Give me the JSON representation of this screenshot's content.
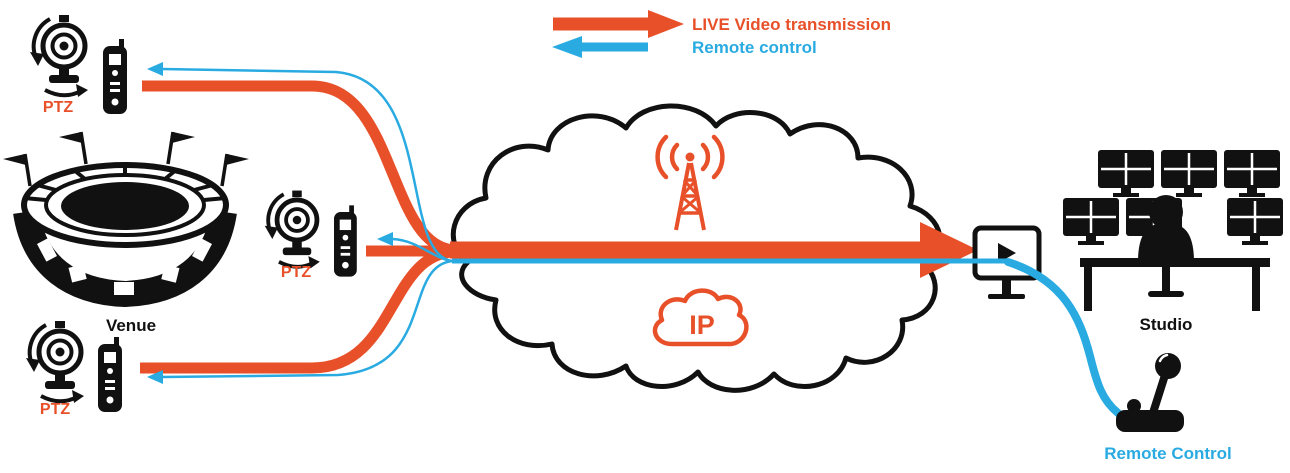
{
  "colors": {
    "orange": "#E8502A",
    "blue": "#29ABE2",
    "ink": "#111111"
  },
  "legend": {
    "live_label": "LIVE Video transmission",
    "remote_label": "Remote control"
  },
  "venue": {
    "label": "Venue",
    "cameras": [
      {
        "label": "PTZ"
      },
      {
        "label": "PTZ"
      },
      {
        "label": "PTZ"
      }
    ]
  },
  "cloud": {
    "ip_label": "IP"
  },
  "studio": {
    "label": "Studio"
  },
  "remote_control": {
    "label": "Remote Control"
  }
}
